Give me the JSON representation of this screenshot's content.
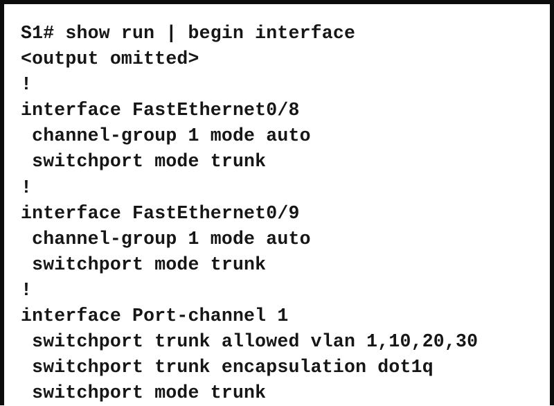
{
  "terminal": {
    "lines": [
      "S1# show run | begin interface",
      "<output omitted>",
      "!",
      "interface FastEthernet0/8",
      " channel-group 1 mode auto",
      " switchport mode trunk",
      "!",
      "interface FastEthernet0/9",
      " channel-group 1 mode auto",
      " switchport mode trunk",
      "!",
      "interface Port-channel 1",
      " switchport trunk allowed vlan 1,10,20,30",
      " switchport trunk encapsulation dot1q",
      " switchport mode trunk"
    ]
  },
  "colors": {
    "border": "#0c0c0c",
    "text": "#161616",
    "background": "#ffffff"
  }
}
